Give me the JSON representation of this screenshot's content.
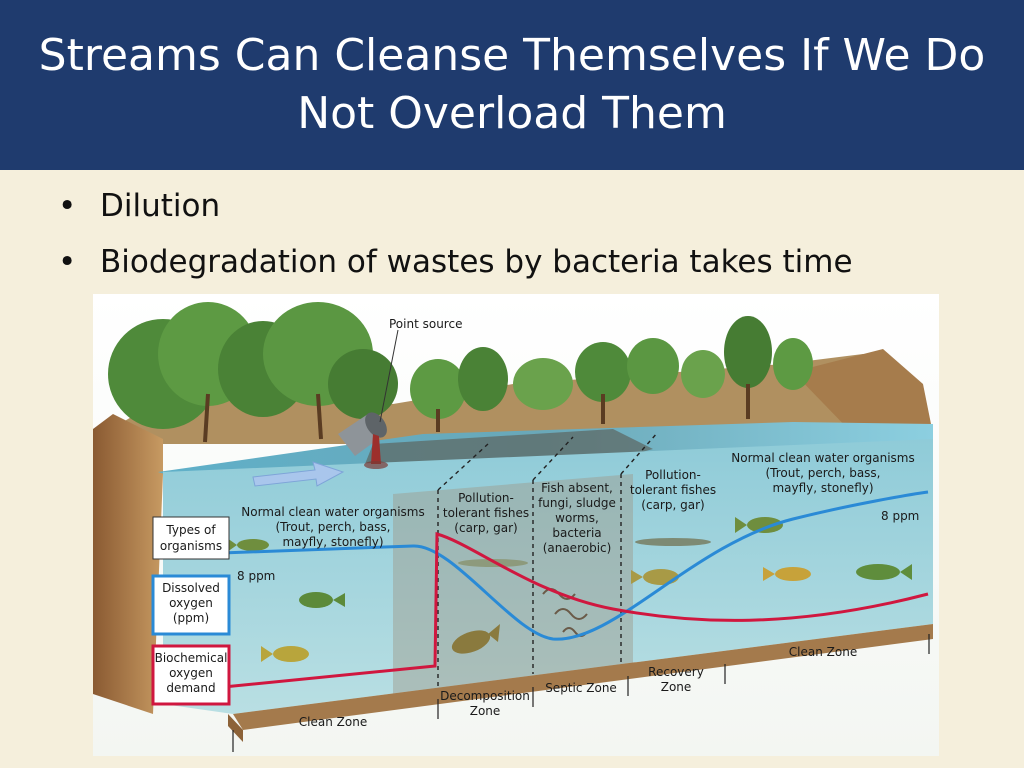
{
  "slide": {
    "title": "Streams Can Cleanse Themselves If We Do Not Overload Them",
    "bullets": [
      "Dilution",
      "Biodegradation of wastes by bacteria takes time"
    ]
  },
  "diagram": {
    "point_source_label": "Point source",
    "legend": {
      "types_of_organisms": [
        "Types of",
        "organisms"
      ],
      "dissolved_oxygen": [
        "Dissolved",
        "oxygen",
        "(ppm)"
      ],
      "biochemical_oxygen_demand": [
        "Biochemical",
        "oxygen",
        "demand"
      ]
    },
    "organism_labels": {
      "clean_left": [
        "Normal clean water organisms",
        "(Trout, perch, bass,",
        "mayfly, stonefly)"
      ],
      "decomposition": [
        "Pollution-",
        "tolerant fishes",
        "(carp, gar)"
      ],
      "septic": [
        "Fish absent,",
        "fungi, sludge",
        "worms,",
        "bacteria",
        "(anaerobic)"
      ],
      "recovery": [
        "Pollution-",
        "tolerant fishes",
        "(carp, gar)"
      ],
      "clean_right": [
        "Normal clean water organisms",
        "(Trout, perch, bass,",
        "mayfly, stonefly)"
      ]
    },
    "ppm_left": "8 ppm",
    "ppm_right": "8 ppm",
    "zones": {
      "clean_left": "Clean Zone",
      "decomposition": [
        "Decomposition",
        "Zone"
      ],
      "septic": "Septic Zone",
      "recovery": [
        "Recovery",
        "Zone"
      ],
      "clean_right": "Clean Zone"
    },
    "colors": {
      "oxygen_line": "#2a8ad6",
      "bod_line": "#d0173f",
      "water": "#7ec3d2",
      "sediment": "#b78a5a",
      "title_bar": "#1f3b6e"
    }
  }
}
